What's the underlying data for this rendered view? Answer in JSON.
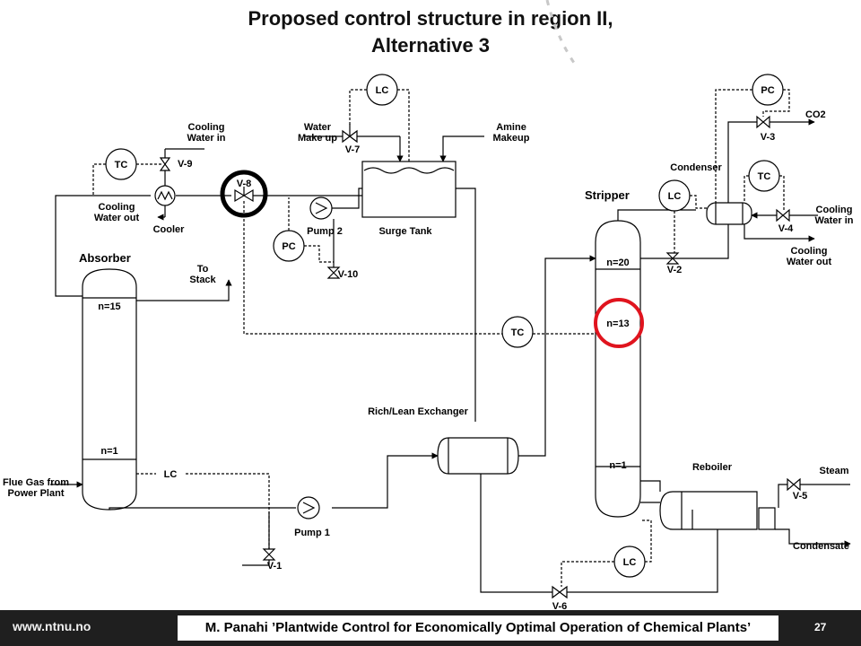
{
  "title": {
    "line1": "Proposed control structure in region II,",
    "line2": "Alternative 3"
  },
  "labels": {
    "lc_top": "LC",
    "water_makeup": "Water\nMake up",
    "amine_makeup": "Amine\nMakeup",
    "v7": "V-7",
    "cooling_water_in_left": "Cooling\nWater in",
    "tc_cooler": "TC",
    "v9": "V-9",
    "cooling_water_out_left": "Cooling\nWater out",
    "cooler": "Cooler",
    "v8": "V-8",
    "pump2": "Pump 2",
    "surge_tank": "Surge Tank",
    "pc_pump2": "PC",
    "v10": "V-10",
    "absorber": "Absorber",
    "to_stack": "To\nStack",
    "abs_n15": "n=15",
    "abs_n1": "n=1",
    "lc_abs": "LC",
    "flue_gas": "Flue Gas from\nPower Plant",
    "pump1": "Pump 1",
    "v1": "V-1",
    "tc_mid": "TC",
    "rich_lean": "Rich/Lean Exchanger",
    "pc_top": "PC",
    "co2": "CO2",
    "v3": "V-3",
    "condenser": "Condenser",
    "tc_cond": "TC",
    "stripper": "Stripper",
    "lc_cond": "LC",
    "cooling_water_in_right": "Cooling\nWater in",
    "v4": "V-4",
    "cooling_water_out_right": "Cooling\nWater out",
    "v2": "V-2",
    "str_n20": "n=20",
    "str_n13": "n=13",
    "str_n1": "n=1",
    "reboiler": "Reboiler",
    "steam": "Steam",
    "v5": "V-5",
    "condensate": "Condensate",
    "lc_reb": "LC",
    "v6": "V-6"
  },
  "highlights": {
    "v8_ring_color": "#000000",
    "n13_ring_color": "#e0141e"
  },
  "footer": {
    "url": "www.ntnu.no",
    "citation": "M. Panahi ’Plantwide Control for Economically Optimal Operation of Chemical Plants’",
    "page": "27"
  }
}
